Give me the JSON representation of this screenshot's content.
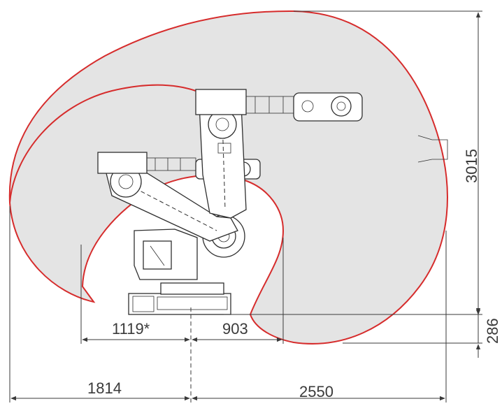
{
  "dimensions": {
    "height_total": "3015",
    "height_base": "286",
    "reach_back_inner": "1119*",
    "reach_front_inner": "903",
    "reach_back_outer": "1814",
    "reach_front_outer": "2550"
  },
  "colors": {
    "envelope_fill": "#e4e4e4",
    "envelope_outline": "#d62c2c",
    "dimension_lines": "#3a3a3a",
    "robot_lines": "#2f2f2f"
  }
}
